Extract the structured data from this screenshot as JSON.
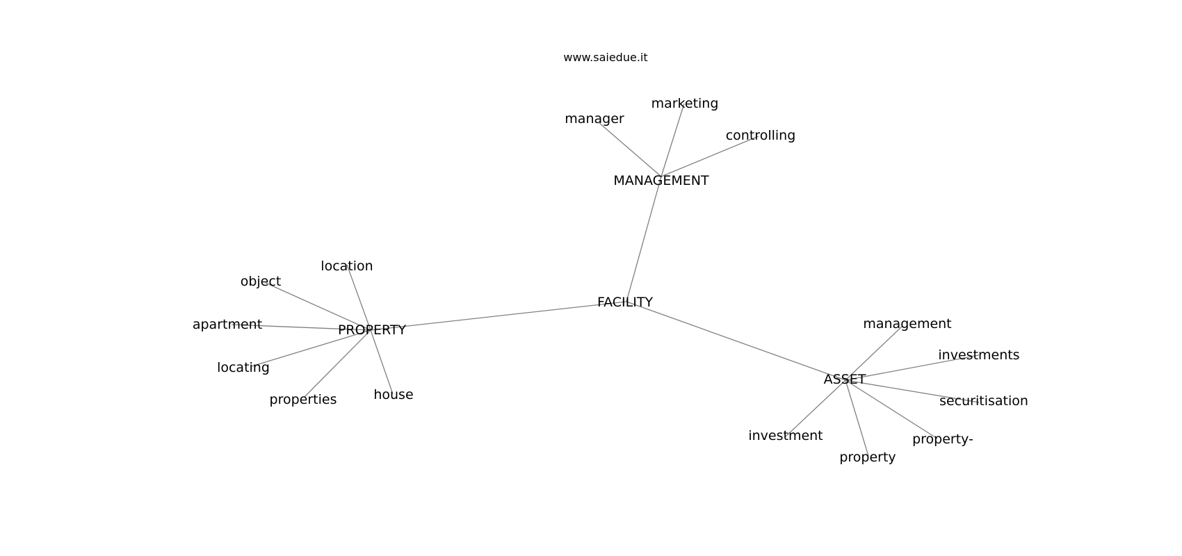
{
  "watermark": "www.saiedue.it",
  "nodes": {
    "facility": "FACILITY",
    "management_hub": "MANAGEMENT",
    "property_hub": "PROPERTY",
    "asset_hub": "ASSET",
    "manager": "manager",
    "marketing": "marketing",
    "controlling": "controlling",
    "location": "location",
    "object": "object",
    "apartment": "apartment",
    "locating": "locating",
    "properties": "properties",
    "house": "house",
    "management": "management",
    "investments": "investments",
    "securitisation": "securitisation",
    "property_dash": "property-",
    "property": "property",
    "investment": "investment"
  },
  "edges": [
    [
      "facility",
      "management_hub"
    ],
    [
      "facility",
      "property_hub"
    ],
    [
      "facility",
      "asset_hub"
    ],
    [
      "management_hub",
      "manager"
    ],
    [
      "management_hub",
      "marketing"
    ],
    [
      "management_hub",
      "controlling"
    ],
    [
      "property_hub",
      "location"
    ],
    [
      "property_hub",
      "object"
    ],
    [
      "property_hub",
      "apartment"
    ],
    [
      "property_hub",
      "locating"
    ],
    [
      "property_hub",
      "properties"
    ],
    [
      "property_hub",
      "house"
    ],
    [
      "asset_hub",
      "management"
    ],
    [
      "asset_hub",
      "investments"
    ],
    [
      "asset_hub",
      "securitisation"
    ],
    [
      "asset_hub",
      "property_dash"
    ],
    [
      "asset_hub",
      "property"
    ],
    [
      "asset_hub",
      "investment"
    ]
  ],
  "colors": {
    "edge": "#808080",
    "text": "#000000",
    "background": "#ffffff"
  }
}
